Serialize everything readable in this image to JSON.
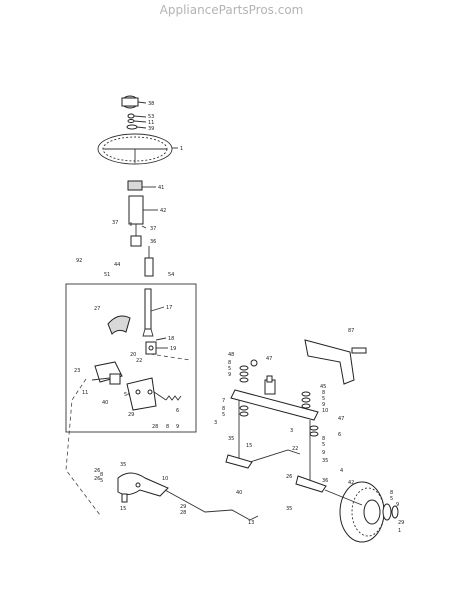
{
  "header": {
    "site": "AppliancePartsPros.com"
  },
  "callouts": [
    "38",
    "53",
    "11",
    "39",
    "1",
    "41",
    "42",
    "37",
    "37",
    "36",
    "44",
    "51",
    "54",
    "92",
    "17",
    "27",
    "18",
    "19",
    "20",
    "22",
    "23",
    "11",
    "40",
    "54",
    "29",
    "6",
    "28",
    "8",
    "9",
    "15",
    "35",
    "10",
    "8",
    "5",
    "26",
    "26",
    "15",
    "29",
    "28",
    "13",
    "87",
    "48",
    "8",
    "5",
    "9",
    "47",
    "45",
    "8",
    "5",
    "9",
    "10",
    "7",
    "8",
    "5",
    "3",
    "35",
    "40",
    "47",
    "6",
    "8",
    "5",
    "3",
    "9",
    "35",
    "4",
    "42",
    "22",
    "26",
    "36",
    "35",
    "8",
    "5",
    "9",
    "29",
    "1"
  ]
}
